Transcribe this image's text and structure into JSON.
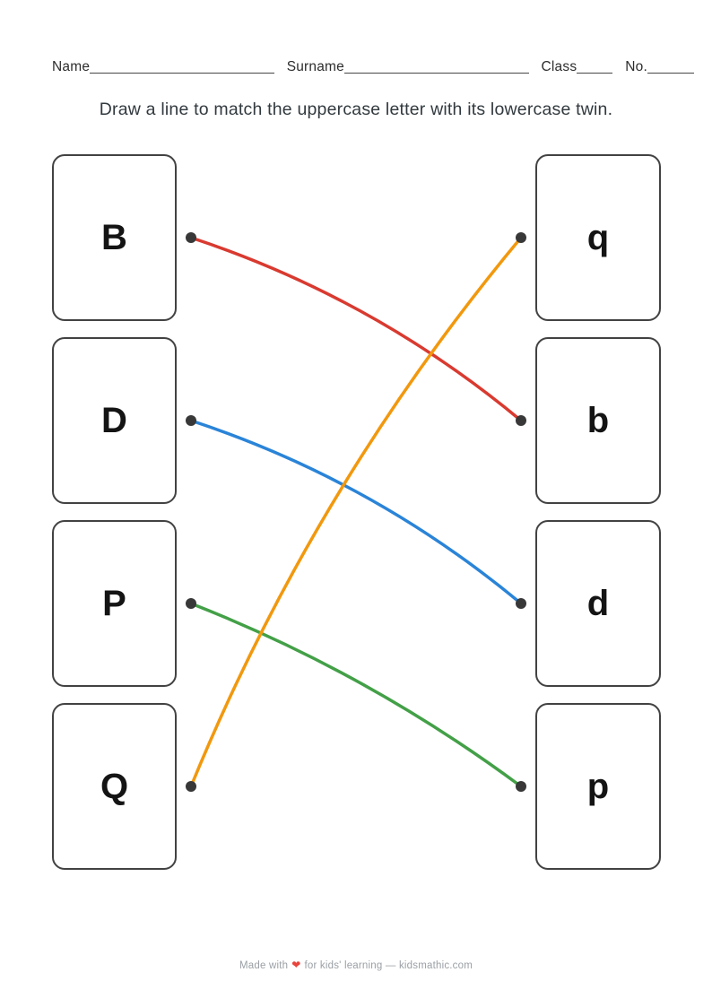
{
  "header": {
    "name_label": "Name",
    "surname_label": "Surname",
    "class_label": "Class",
    "no_label": "No."
  },
  "instruction": "Draw a line to match the uppercase letter with its lowercase twin.",
  "worksheet": {
    "left_cards": [
      "B",
      "D",
      "P",
      "Q"
    ],
    "right_cards": [
      "q",
      "b",
      "d",
      "p"
    ],
    "connections": [
      {
        "from": "B",
        "to": "b",
        "color": "#d93a30",
        "bow": 40
      },
      {
        "from": "D",
        "to": "d",
        "color": "#2a84d8",
        "bow": 40
      },
      {
        "from": "P",
        "to": "p",
        "color": "#43a047",
        "bow": 28
      },
      {
        "from": "Q",
        "to": "q",
        "color": "#f2980d",
        "bow": 55
      }
    ],
    "dot_color": "#383838"
  },
  "footer": {
    "made_with": "Made with",
    "heart": "❤",
    "rest": "for kids' learning — kidsmathic.com",
    "heart_color": "#e8443b"
  }
}
